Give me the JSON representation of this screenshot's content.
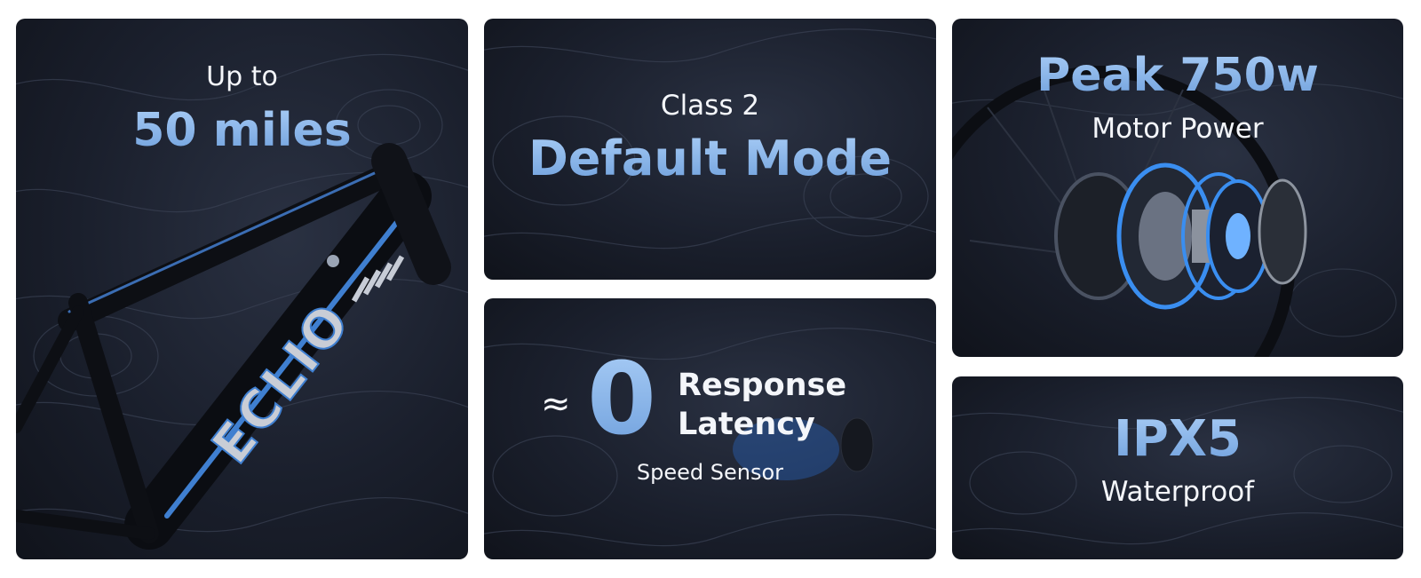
{
  "colors": {
    "accent": "#8fb8ec",
    "card_bg": "#1a1f2c",
    "text": "#f4f6fa"
  },
  "card_range": {
    "line1": "Up to",
    "value": "50 miles",
    "frame_brand": "ECLIO"
  },
  "card_class": {
    "line1": "Class 2",
    "value": "Default Mode"
  },
  "card_latency": {
    "approx": "≈",
    "value": "0",
    "label_line1": "Response",
    "label_line2": "Latency",
    "caption": "Speed Sensor"
  },
  "card_motor": {
    "value": "Peak 750w",
    "caption": "Motor Power"
  },
  "card_water": {
    "value": "IPX5",
    "caption": "Waterproof"
  }
}
